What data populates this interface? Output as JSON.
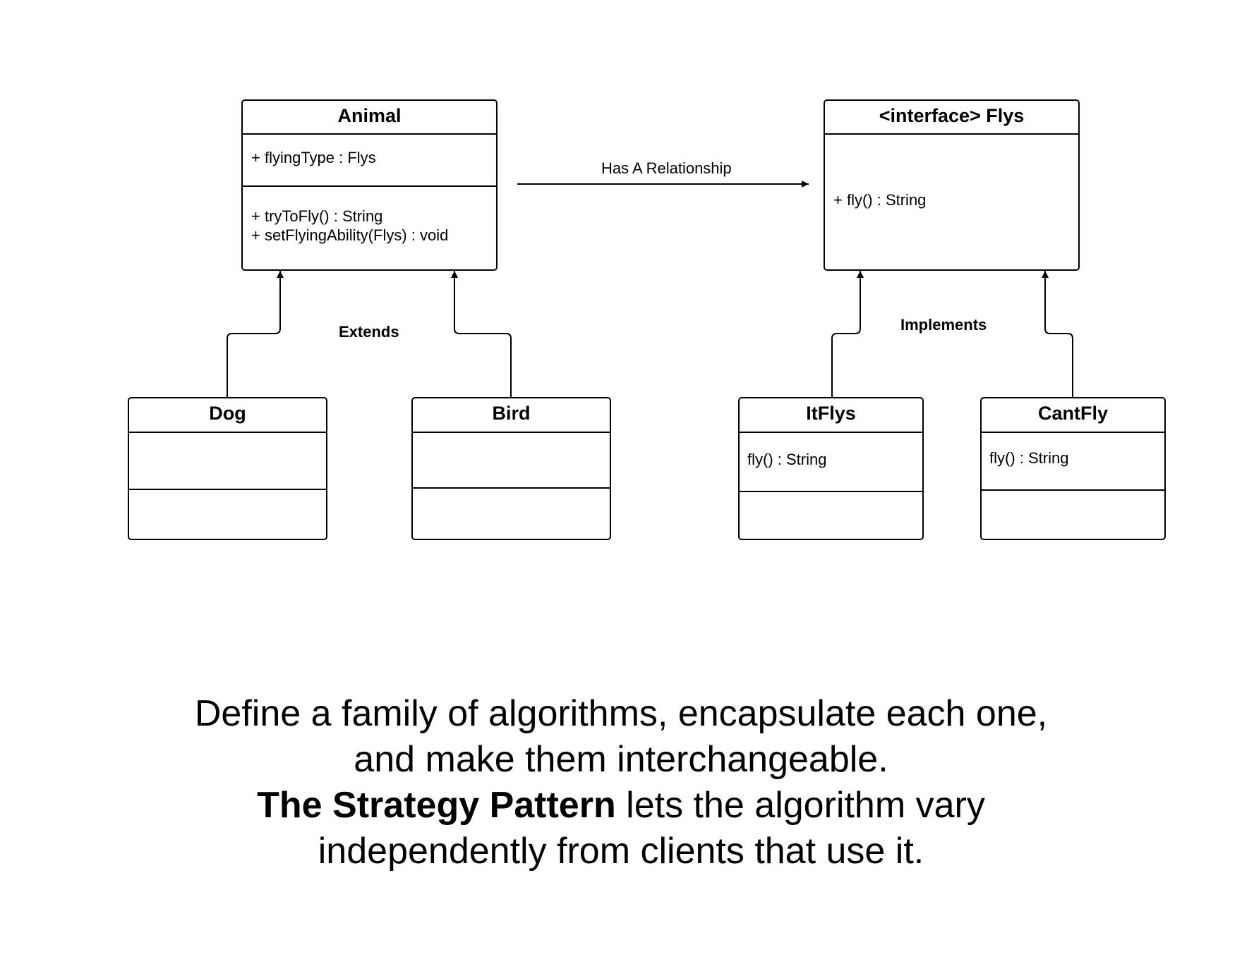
{
  "classes": {
    "animal": {
      "name": "Animal",
      "attributes": [
        "+ flyingType : Flys"
      ],
      "methods": [
        "+ tryToFly() : String",
        "+ setFlyingAbility(Flys) : void"
      ]
    },
    "flys": {
      "name": "<interface> Flys",
      "methods": [
        "+ fly() : String"
      ]
    },
    "dog": {
      "name": "Dog"
    },
    "bird": {
      "name": "Bird"
    },
    "itflys": {
      "name": "ItFlys",
      "attributes": [
        "fly() : String"
      ]
    },
    "cantfly": {
      "name": "CantFly",
      "attributes": [
        "fly() : String"
      ]
    }
  },
  "relations": {
    "has_a": "Has A Relationship",
    "extends": "Extends",
    "implements": "Implements"
  },
  "caption": {
    "line1": "Define a family of algorithms, encapsulate each one,",
    "line2": "and make them interchangeable.",
    "line3_bold": "The Strategy Pattern",
    "line3_rest": " lets the algorithm vary",
    "line4": "independently from clients that use it."
  }
}
